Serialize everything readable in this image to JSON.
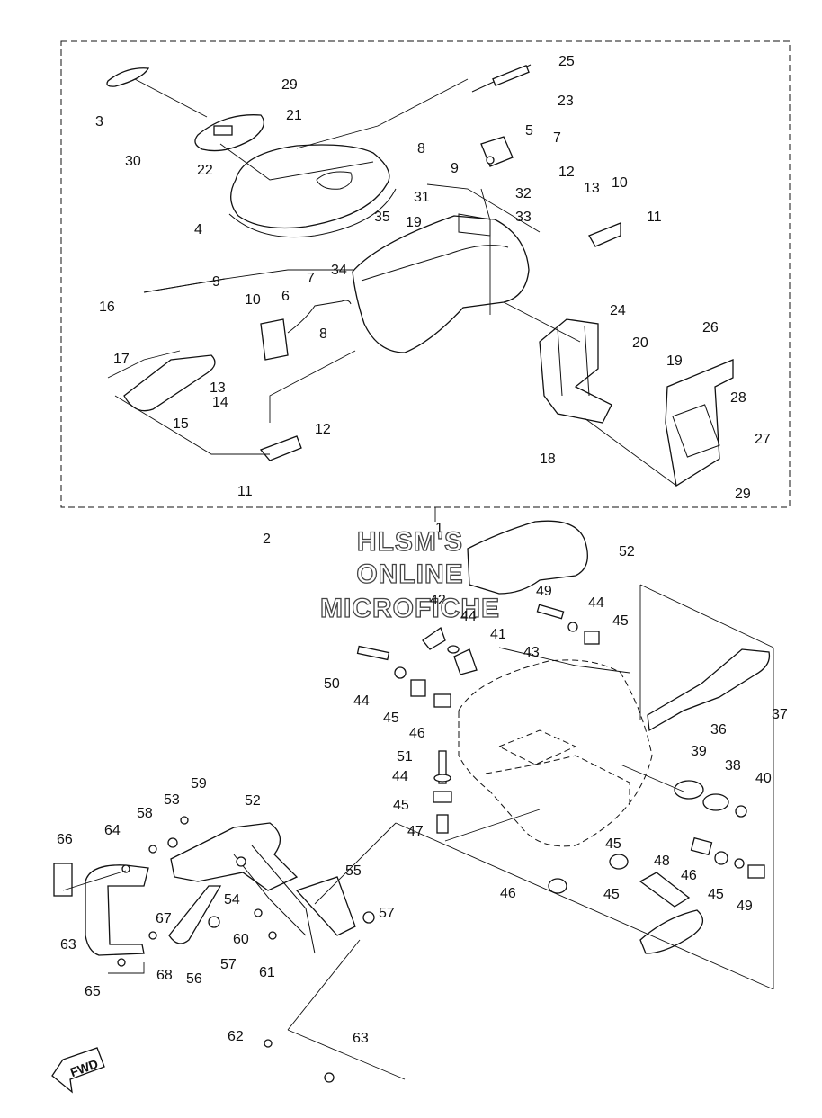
{
  "watermark": {
    "line1": "HLSM'S",
    "line2": "ONLINE",
    "line3": "MICROFICHE"
  },
  "direction_badge": {
    "label": "FWD"
  },
  "assembly_ref": {
    "label": "1"
  },
  "callouts": [
    "1",
    "2",
    "3",
    "4",
    "5",
    "6",
    "7",
    "7",
    "8",
    "8",
    "9",
    "9",
    "10",
    "10",
    "11",
    "11",
    "12",
    "12",
    "13",
    "13",
    "14",
    "15",
    "16",
    "17",
    "18",
    "19",
    "19",
    "20",
    "21",
    "22",
    "23",
    "24",
    "25",
    "26",
    "27",
    "28",
    "29",
    "29",
    "30",
    "31",
    "32",
    "33",
    "34",
    "35",
    "36",
    "37",
    "38",
    "39",
    "40",
    "41",
    "42",
    "43",
    "44",
    "44",
    "44",
    "44",
    "45",
    "45",
    "45",
    "45",
    "45",
    "45",
    "46",
    "46",
    "46",
    "47",
    "48",
    "49",
    "49",
    "50",
    "51",
    "52",
    "52",
    "53",
    "54",
    "55",
    "56",
    "57",
    "57",
    "58",
    "59",
    "60",
    "61",
    "62",
    "63",
    "63",
    "64",
    "65",
    "66",
    "67",
    "68"
  ]
}
